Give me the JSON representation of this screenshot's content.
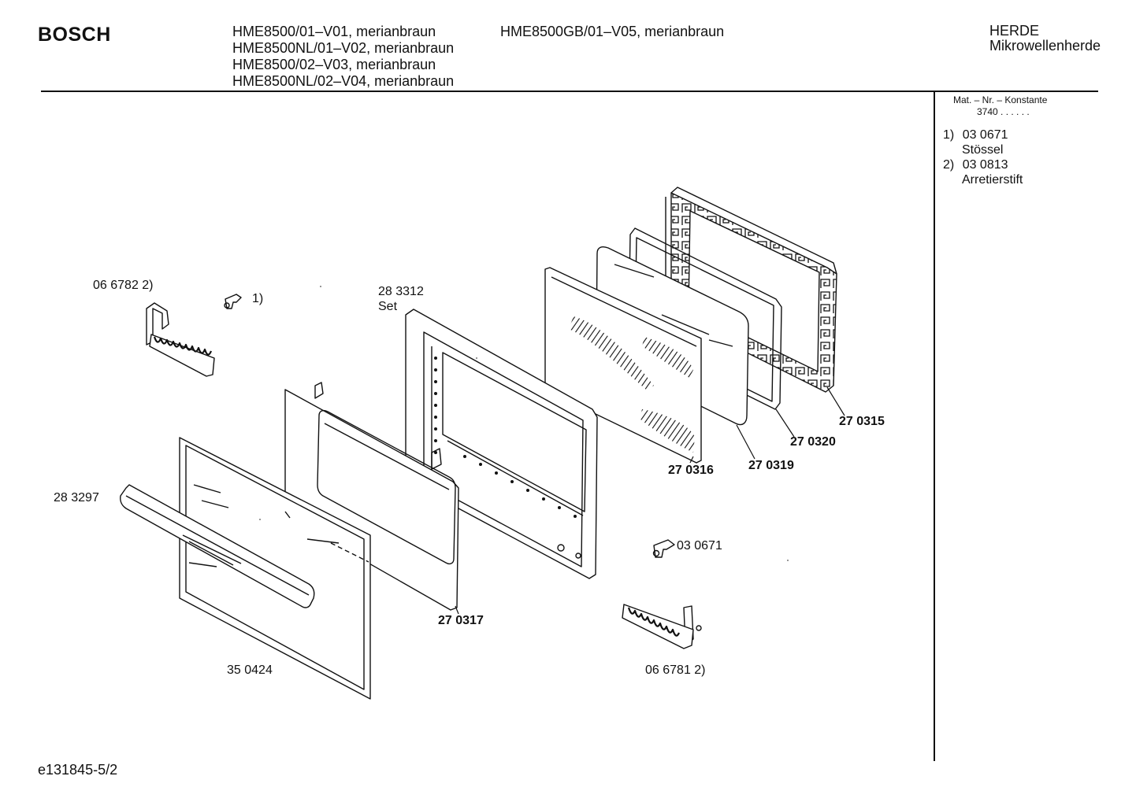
{
  "header": {
    "brand": "BOSCH",
    "models_col1": [
      "HME8500/01–V01, merianbraun",
      "HME8500NL/01–V02, merianbraun",
      "HME8500/02–V03, merianbraun",
      "HME8500NL/02–V04, merianbraun"
    ],
    "models_col2": [
      "HME8500GB/01–V05, merianbraun"
    ],
    "category": "HERDE",
    "subcategory": "Mikrowellenherde"
  },
  "sidebar": {
    "mat_label": "Mat. – Nr. – Konstante",
    "mat_value": "3740 . . . . . .",
    "notes": [
      {
        "num": "1)",
        "code": "03 0671",
        "name": "Stössel"
      },
      {
        "num": "2)",
        "code": "03 0813",
        "name": "Arretierstift"
      }
    ]
  },
  "parts": {
    "p066782": "06 6782 2)",
    "p1": "1)",
    "p283312": "28 3312",
    "set": "Set",
    "p283297": "28 3297",
    "p350424": "35 0424",
    "p270317": "27 0317",
    "p270316": "27 0316",
    "p270319": "27 0319",
    "p270320": "27 0320",
    "p270315": "27 0315",
    "p030671": "03 0671",
    "p066781": "06 6781 2)"
  },
  "footer": {
    "doc_id": "e131845-5/2"
  }
}
